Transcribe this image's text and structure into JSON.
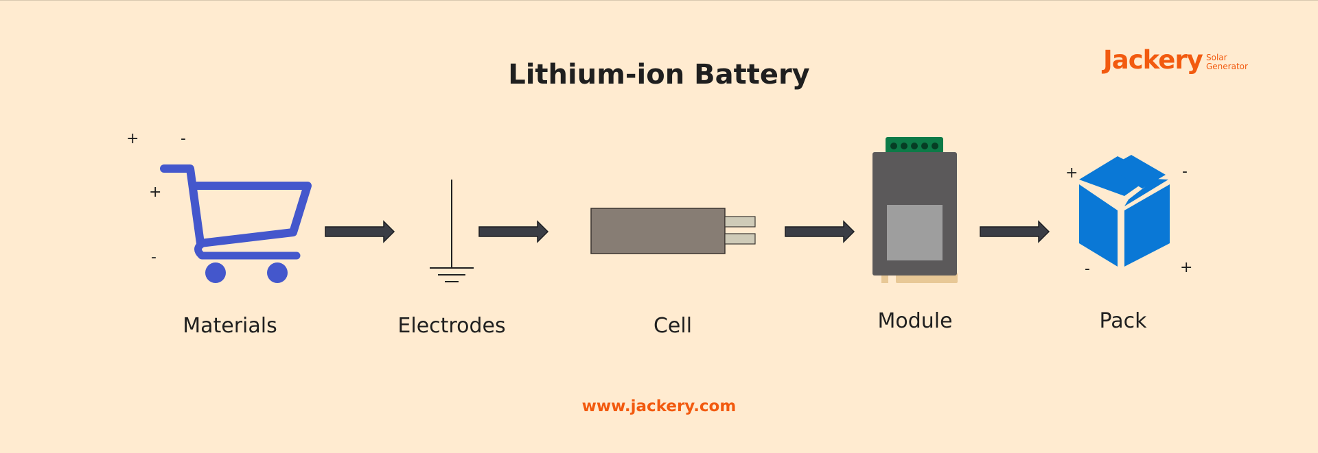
{
  "title": "Lithium-ion Battery",
  "logo": {
    "brand": "Jackery",
    "subtitle_line1": "Solar",
    "subtitle_line2": "Generator"
  },
  "steps": [
    {
      "label": "Materials",
      "icon": "shopping-cart-icon"
    },
    {
      "label": "Electrodes",
      "icon": "ground-symbol-icon"
    },
    {
      "label": "Cell",
      "icon": "battery-cell-icon"
    },
    {
      "label": "Module",
      "icon": "battery-module-icon"
    },
    {
      "label": "Pack",
      "icon": "package-box-icon"
    }
  ],
  "signs": {
    "plus": "+",
    "minus": "-"
  },
  "footer": "www.jackery.com",
  "colors": {
    "background": "#FFEBD0",
    "brand": "#F25A0F",
    "cart": "#4457CC",
    "box": "#0A78D6",
    "arrow": "#3A3D45",
    "cell": "#877D74",
    "module": "#5B595A",
    "module_connector": "#0D7A47"
  }
}
